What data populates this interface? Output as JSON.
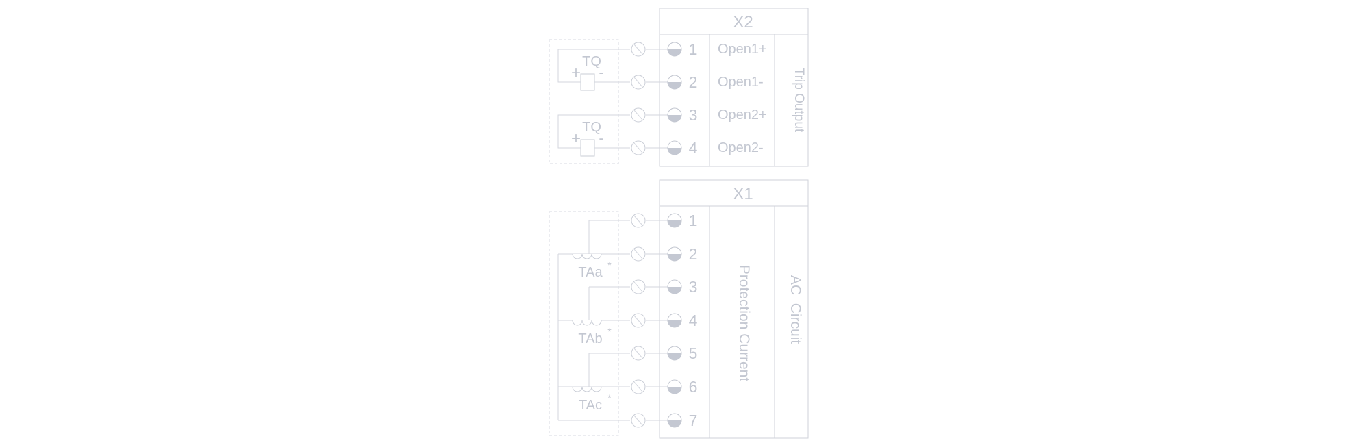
{
  "colors": {
    "line": "#d3d6de",
    "text": "#c3c7d1",
    "terminal_fill": "#c4c8d2"
  },
  "x2": {
    "header": "X2",
    "group_label": "Trip Output",
    "terminals": [
      {
        "num": "1",
        "signal": "Open1+"
      },
      {
        "num": "2",
        "signal": "Open1-"
      },
      {
        "num": "3",
        "signal": "Open2+"
      },
      {
        "num": "4",
        "signal": "Open2-"
      }
    ],
    "coils": [
      {
        "label": "TQ",
        "plus": "+",
        "minus": "-"
      },
      {
        "label": "TQ",
        "plus": "+",
        "minus": "-"
      }
    ]
  },
  "x1": {
    "header": "X1",
    "signal_label": "Protection Current",
    "group_label": "AC  Circuit",
    "terminals": [
      "1",
      "2",
      "3",
      "4",
      "5",
      "6",
      "7"
    ],
    "cts": [
      {
        "label": "TAa",
        "mark": "*"
      },
      {
        "label": "TAb",
        "mark": "*"
      },
      {
        "label": "TAc",
        "mark": "*"
      }
    ]
  }
}
